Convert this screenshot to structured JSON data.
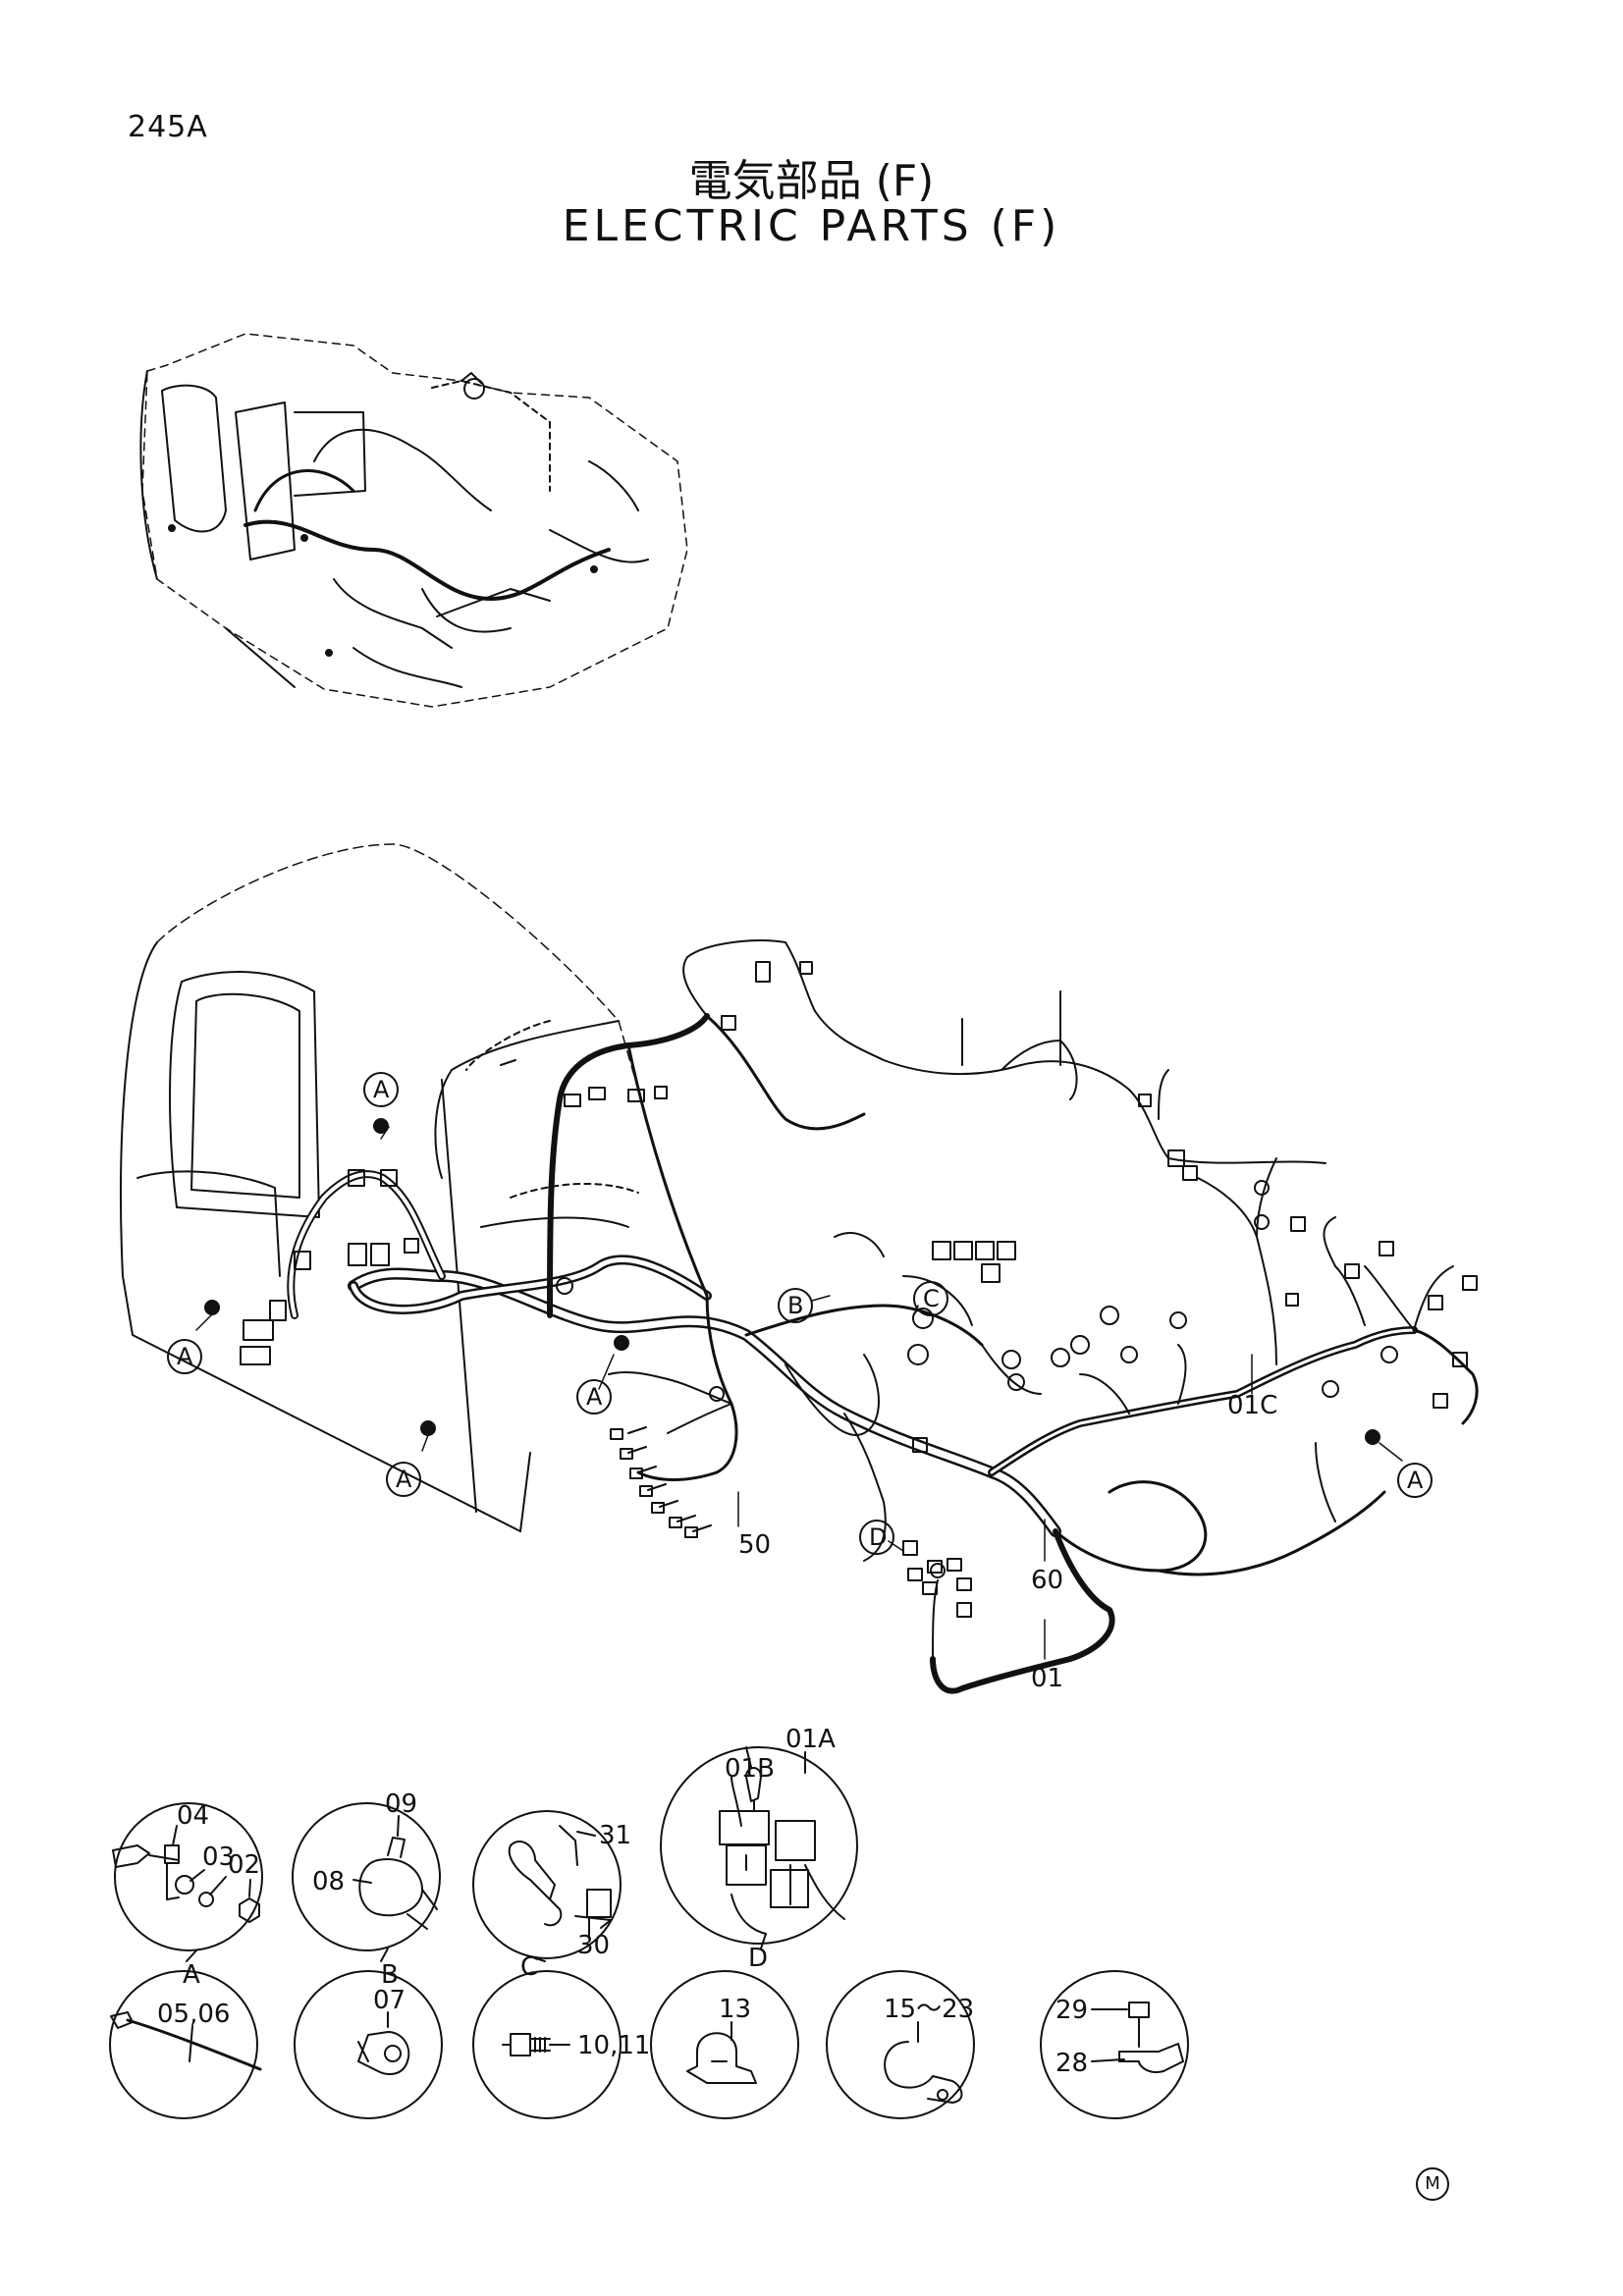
{
  "header": {
    "page_code": "245A",
    "title_jp": "電気部品 (F)",
    "title_en": "ELECTRIC PARTS (F)"
  },
  "callouts": {
    "a1": "A",
    "a2": "A",
    "a3": "A",
    "a4": "A",
    "a5": "A",
    "b": "B",
    "c": "C",
    "d": "D"
  },
  "part_labels": {
    "p01": "01",
    "p01c": "01C",
    "p50": "50",
    "p60": "60"
  },
  "details": {
    "A": {
      "letter": "A",
      "labels": [
        "04",
        "03",
        "02"
      ]
    },
    "B": {
      "letter": "B",
      "labels": [
        "09",
        "08"
      ]
    },
    "C": {
      "letter": "C",
      "labels": [
        "31",
        "30"
      ]
    },
    "D": {
      "letter": "D",
      "labels": [
        "01B",
        "01A"
      ]
    },
    "tie": {
      "label": "05,06"
    },
    "clamp07": {
      "label": "07"
    },
    "bolt": {
      "label": "10,11"
    },
    "clip13": {
      "label": "13"
    },
    "clip15": {
      "label": "15～23"
    },
    "bolt29": {
      "labels": [
        "29",
        "28"
      ]
    }
  },
  "mark": "M"
}
